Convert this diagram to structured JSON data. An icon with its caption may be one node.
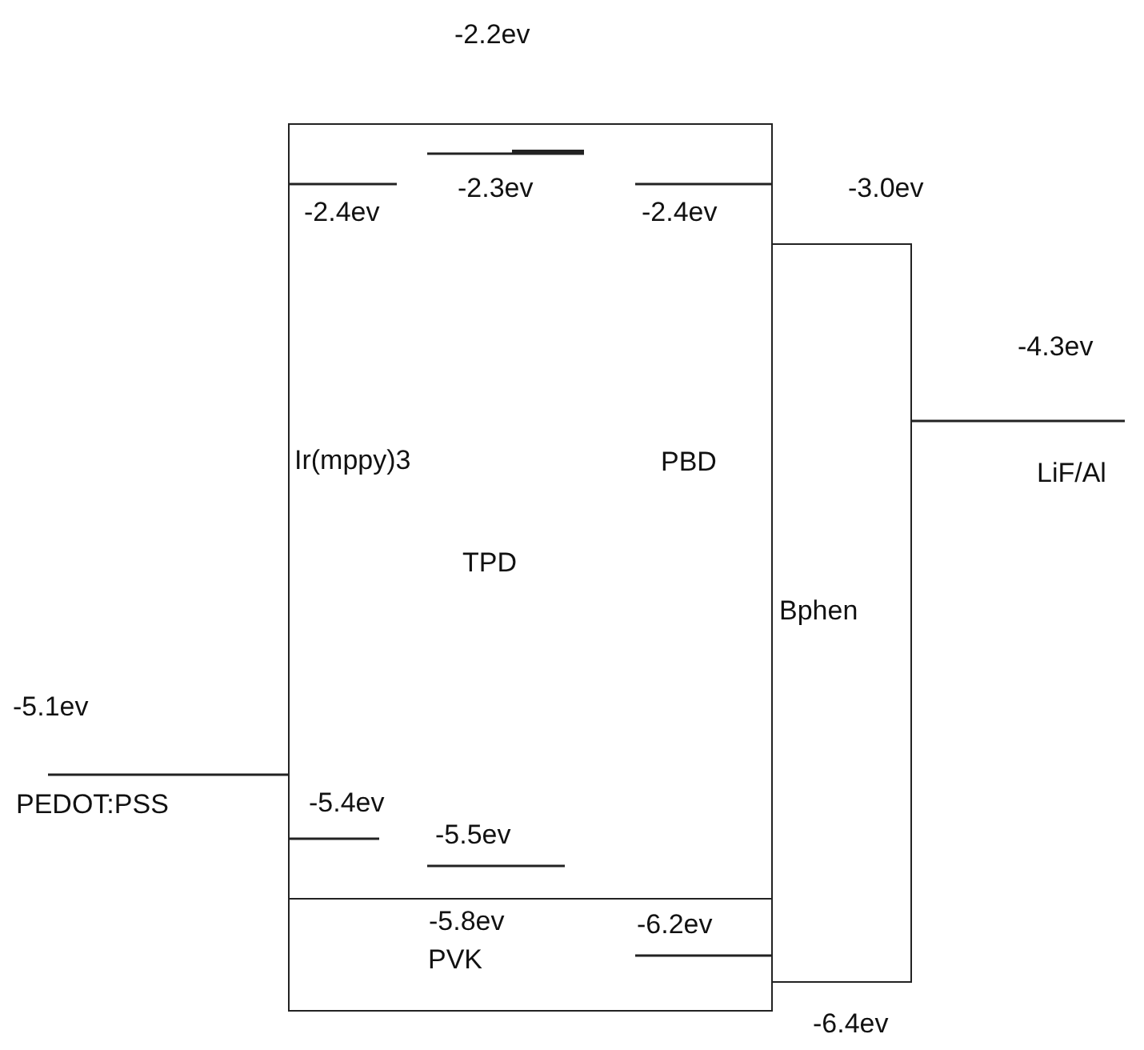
{
  "diagram": {
    "nodes": [
      {
        "text": [
          "Ir(mppy)3",
          "PBD",
          "TPD"
        ]
      },
      {
        "text": [
          "PVK"
        ],
        "in": 0
      },
      {
        "text": [
          "Bphen"
        ]
      }
    ],
    "labels": [
      "-2.2ev",
      "-2.3ev",
      "-2.4ev",
      "-2.4ev",
      "-3.0ev",
      "-4.3ev",
      "LiF/Al",
      "-5.1ev",
      "PEDOT:PSS",
      "-5.4ev",
      "-5.5ev",
      "-5.8ev",
      "-6.2ev",
      "-6.4ev"
    ]
  }
}
